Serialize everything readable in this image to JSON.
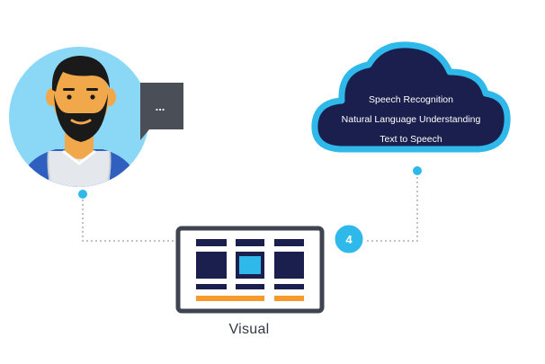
{
  "user": {
    "speech_bubble": "..."
  },
  "cloud": {
    "services": [
      "Speech Recognition",
      "Natural Language Understanding",
      "Text to Speech"
    ]
  },
  "flow": {
    "step_number": "4"
  },
  "device": {
    "label": "Visual"
  },
  "colors": {
    "navy": "#1b1f4d",
    "sky_blue": "#2fb8ea",
    "light_blue": "#7fd3f3",
    "orange": "#f79a2b",
    "dark_gray": "#3f4550",
    "skin": "#f0a84a"
  },
  "icons": [
    "person-avatar-icon",
    "speech-bubble-icon",
    "cloud-icon",
    "visual-display-icon"
  ]
}
